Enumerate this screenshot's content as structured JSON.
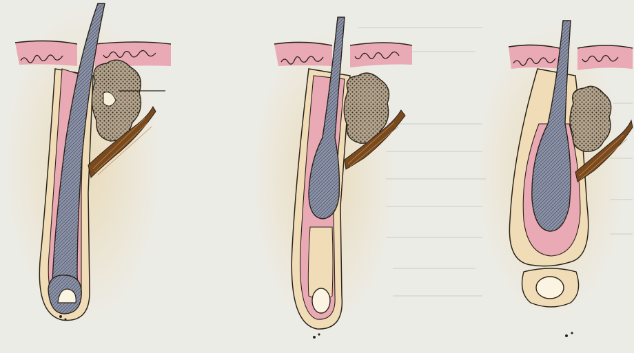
{
  "colors": {
    "background": "#ecece6",
    "skin": "#f0dcb6",
    "sheath_pink": "#e9a9b5",
    "hair_shaft": "#8f96ab",
    "sebaceous_gland": "#b4a48d",
    "arrector_muscle": "#7a4a1f",
    "outline": "#2a2218"
  },
  "panels": [
    {
      "id": "anagen",
      "label": ""
    },
    {
      "id": "catagen",
      "label": ""
    },
    {
      "id": "telogen",
      "label": ""
    }
  ]
}
